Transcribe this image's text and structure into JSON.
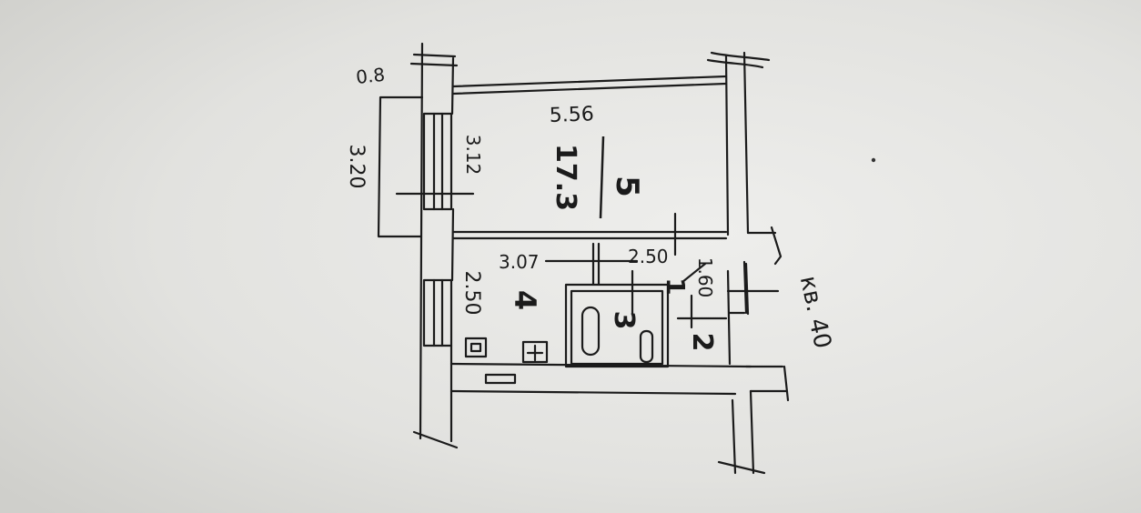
{
  "plan": {
    "labels": {
      "window_offset": "0.8",
      "outer_window_dim": "3.20",
      "room_window_dim": "3.12",
      "room_width": "5.56",
      "room_area": "17.3",
      "room_number": "5",
      "kitchen_width": "3.07",
      "kitchen_depth": "2.50",
      "kitchen_number": "4",
      "hall_length": "2.50",
      "hall_width": "1.60",
      "hall_number": "1",
      "bath_number": "3",
      "wc_number": "2",
      "apartment_label": "кв. 40"
    }
  }
}
